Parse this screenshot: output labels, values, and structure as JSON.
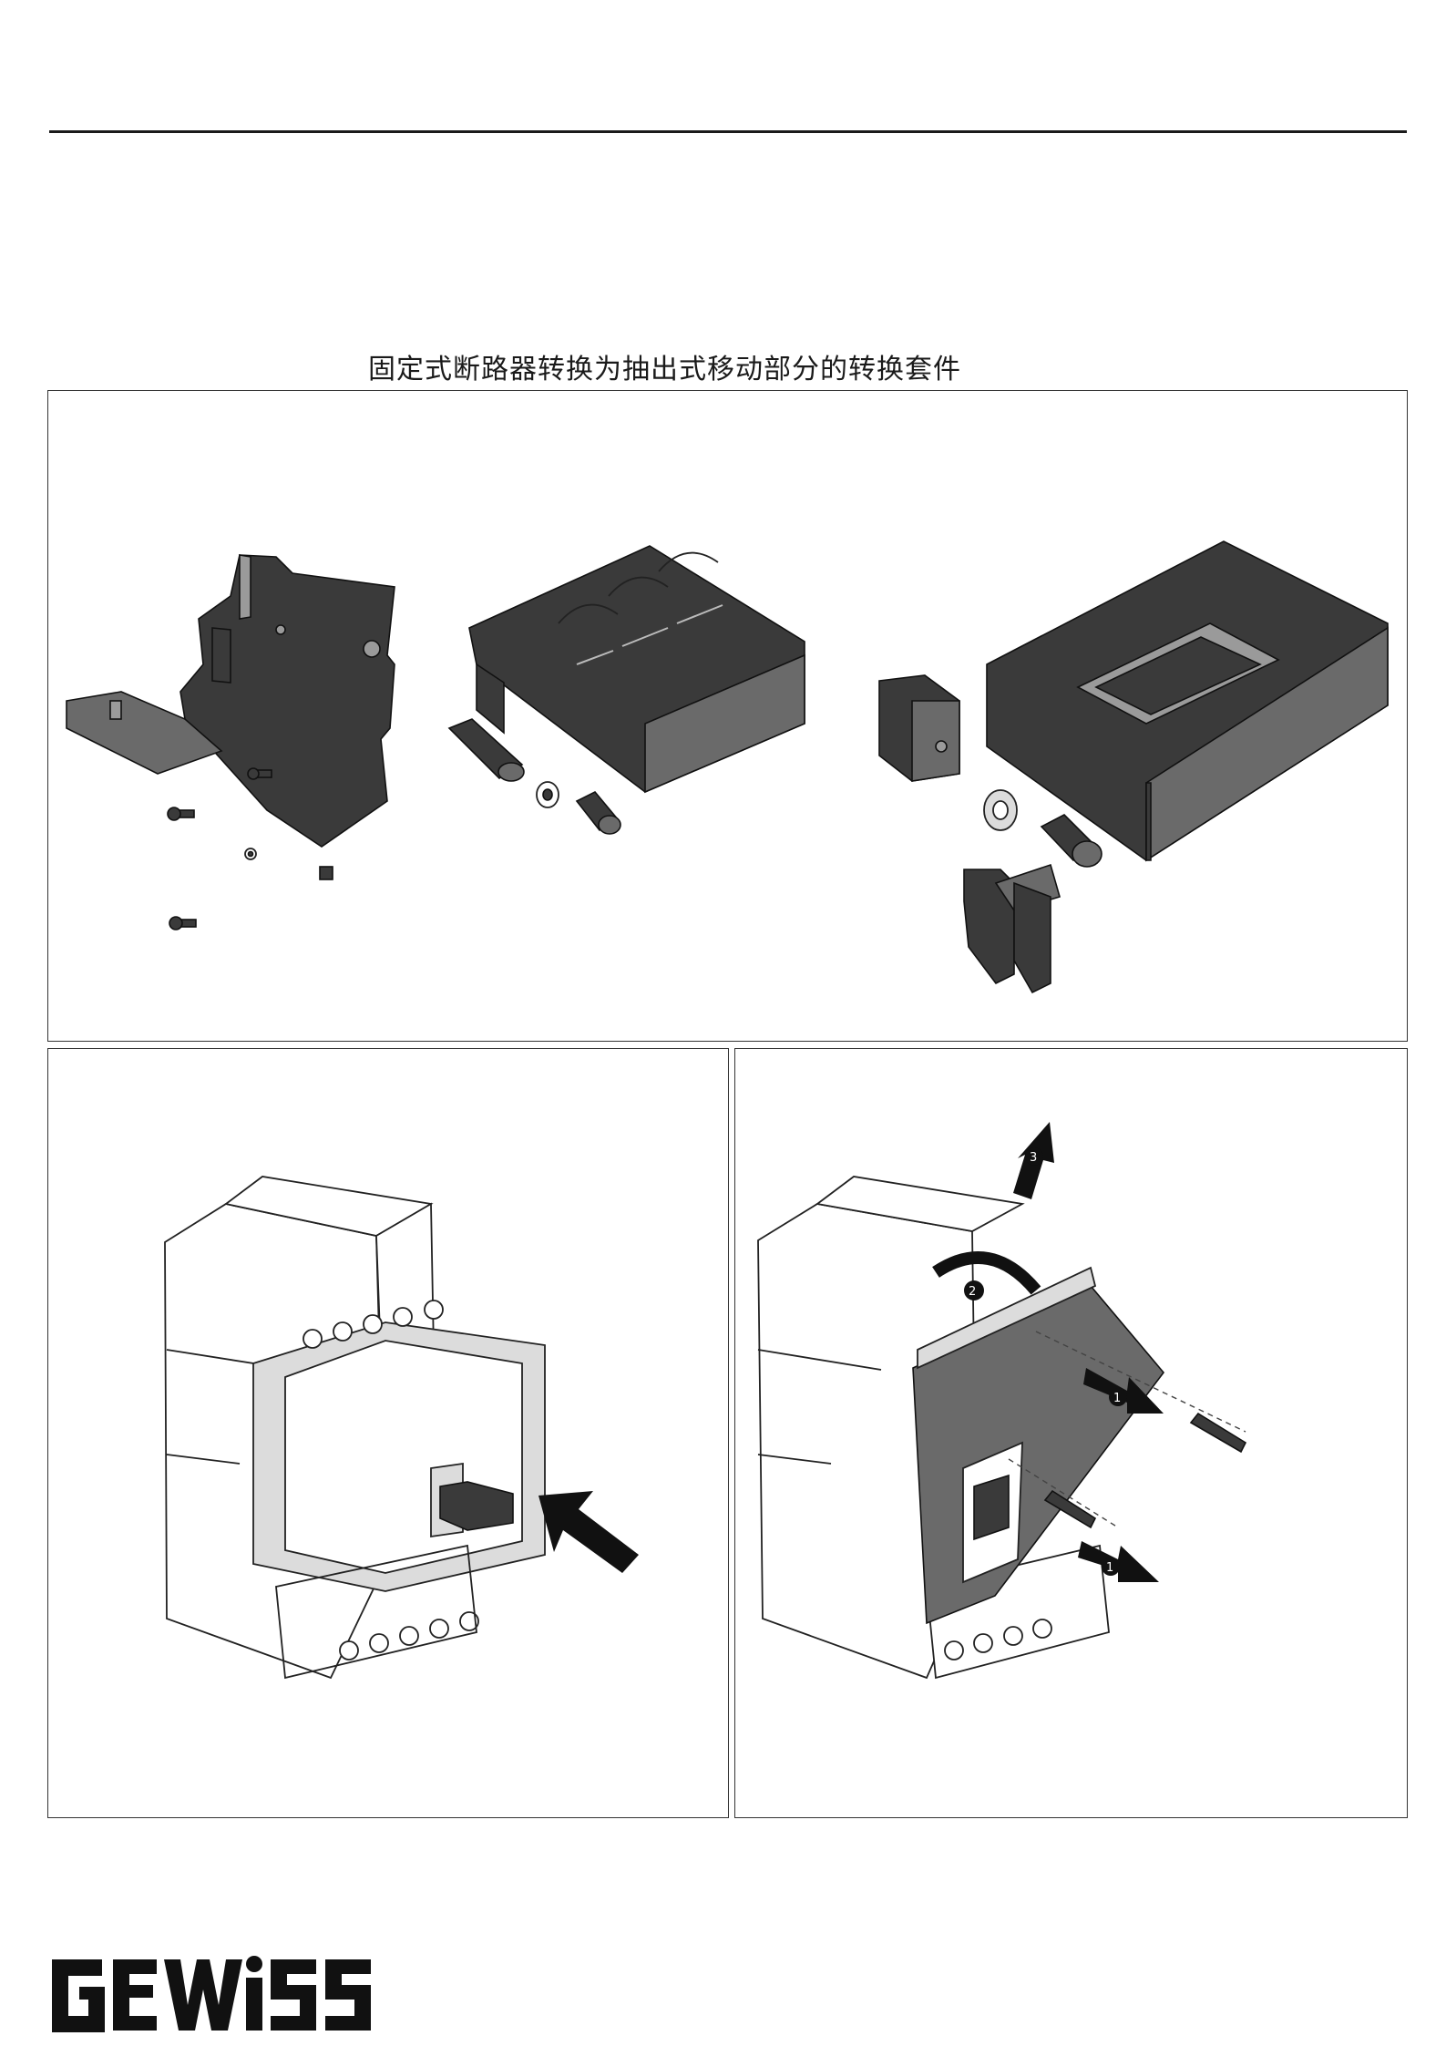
{
  "header": {
    "title": "固定式断路器转换为抽出式移动部分的转换套件"
  },
  "figures": {
    "top_panel": {
      "icon": "kit-components-illustration"
    },
    "left_panel": {
      "icon": "breaker-front-cover-push-illustration"
    },
    "right_panel": {
      "icon": "breaker-cover-removal-illustration",
      "step_markers": [
        "3",
        "2",
        "1",
        "1"
      ]
    }
  },
  "footer": {
    "brand": "GEWISS"
  }
}
